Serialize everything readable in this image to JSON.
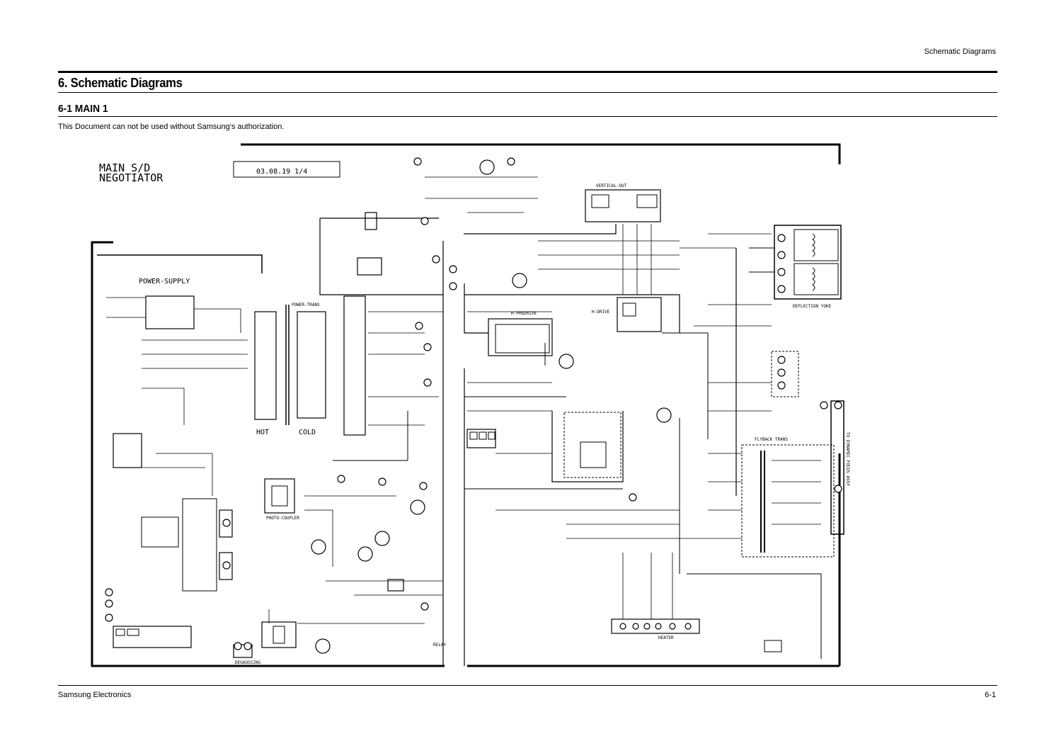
{
  "header": {
    "running_title": "Schematic Diagrams",
    "chapter_title": "6. Schematic Diagrams",
    "section_title": "6-1 MAIN  1",
    "notice": "This Document can not be used without Samsung's authorization."
  },
  "schematic": {
    "board_name_line1": "MAIN S/D",
    "board_name_line2": "NEGOTIATOR",
    "date_box": "03.08.19 1/4",
    "blocks": {
      "power_supply": "POWER-SUPPLY",
      "vertical_out": "VERTICAL-OUT",
      "hot": "HOT",
      "cold": "COLD",
      "photo_coupler": "PHOTO-COUPLER",
      "deflection_yoke": "DEFLECTION YOKE",
      "flyback_trans": "FLYBACK TRANS",
      "degaussing": "DEGAUSSING",
      "power_trans": "POWER-TRANS",
      "h_predrive": "H-PREDRIVE",
      "h_drive": "H-DRIVE",
      "to_dynamic_focus": "TO DYNAMIC FOCUS ASSY",
      "heater": "HEATER",
      "relay": "RELAY"
    }
  },
  "footer": {
    "company": "Samsung Electronics",
    "page_number": "6-1"
  }
}
